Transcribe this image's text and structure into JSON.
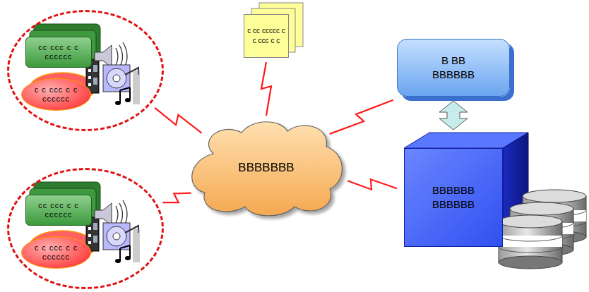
{
  "diagram": {
    "nodes": [
      {
        "text": []
      },
      {
        "text": [
          "cc ccc c c cccccc"
        ],
        "in": 0
      },
      {
        "text": [
          "c c ccc c c cccccc"
        ],
        "in": 0
      },
      {
        "text": []
      },
      {
        "text": [
          "cc ccc c c cccccc"
        ],
        "in": 3
      },
      {
        "text": [
          "c c ccc c c cccccc"
        ],
        "in": 3
      },
      {
        "text": [
          "c cc ccccc c c ccc c c"
        ]
      },
      {
        "text": [
          "BBBBBBB"
        ]
      },
      {
        "text": [
          "B BB BBBBBB"
        ]
      },
      {
        "text": [
          "BBBBBB BBBBBB"
        ]
      }
    ],
    "edges": [
      {
        "from": 0,
        "to": 7,
        "arrow": "none"
      },
      {
        "from": 3,
        "to": 7,
        "arrow": "none"
      },
      {
        "from": 6,
        "to": 7,
        "arrow": "none"
      },
      {
        "from": 7,
        "to": 8,
        "arrow": "none"
      },
      {
        "from": 7,
        "to": 9,
        "arrow": "none"
      },
      {
        "from": 8,
        "to": 9,
        "arrow": "both"
      }
    ]
  }
}
